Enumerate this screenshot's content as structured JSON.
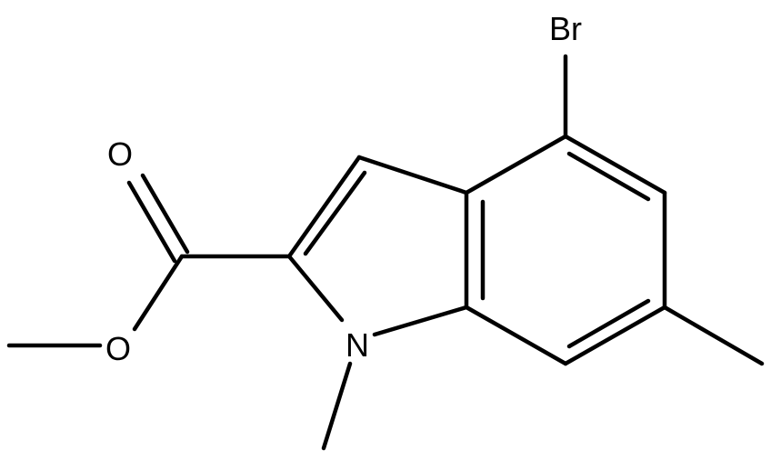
{
  "molecule": {
    "atoms": {
      "br": "Br",
      "o_carbonyl": "O",
      "o_ester": "O",
      "n": "N"
    },
    "colors": {
      "bond": "#000000",
      "label": "#000000",
      "background": "#ffffff"
    }
  }
}
